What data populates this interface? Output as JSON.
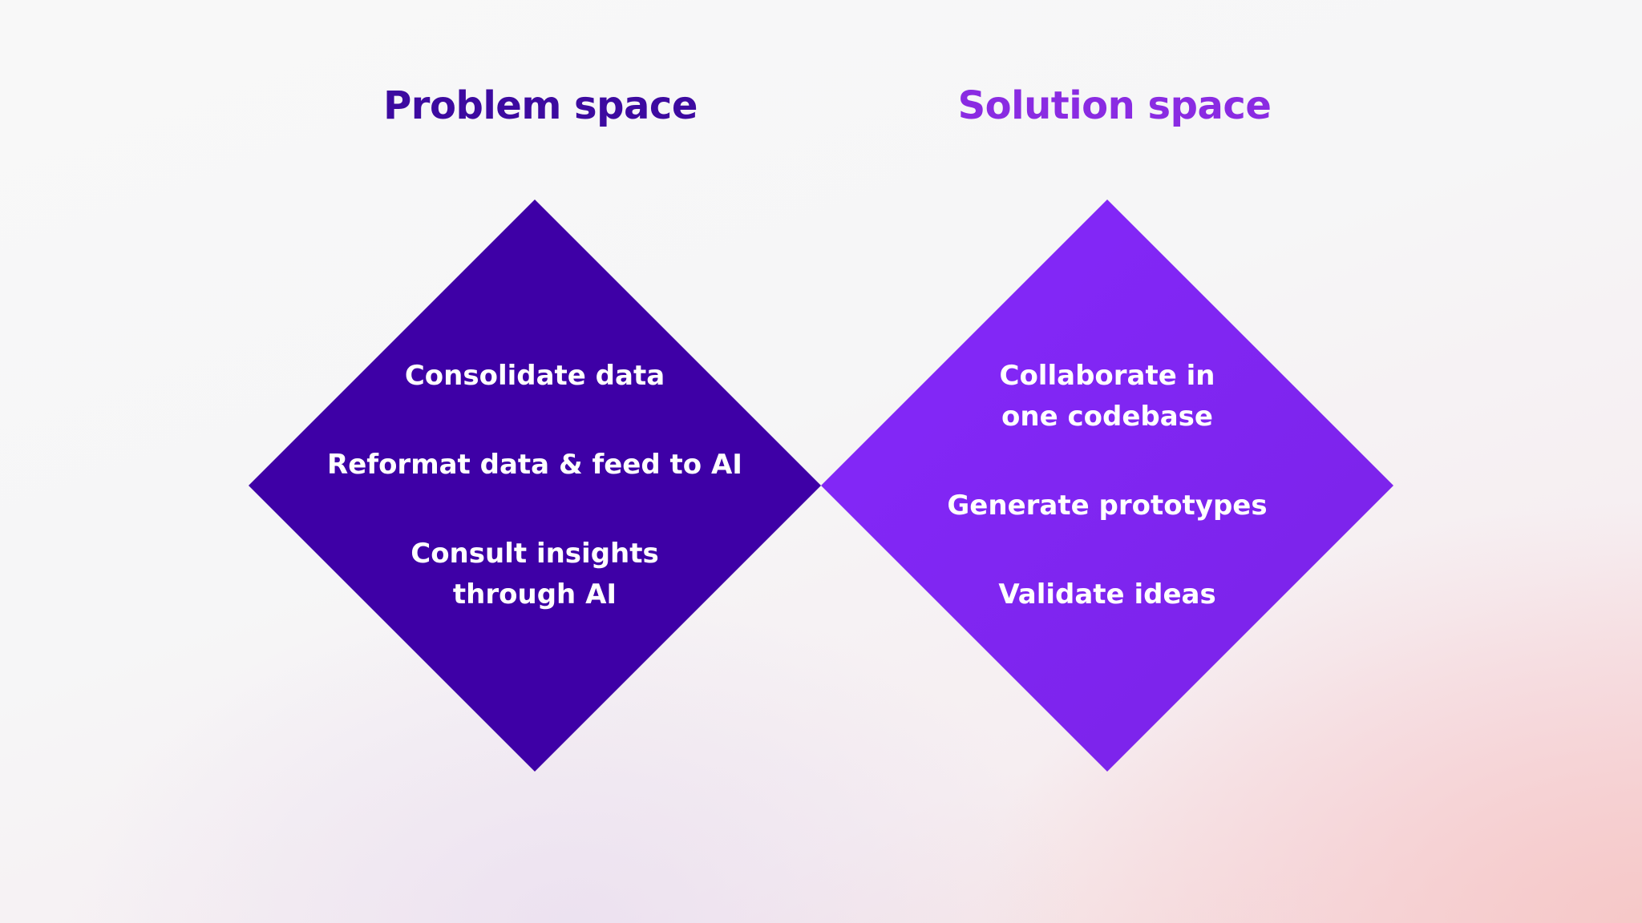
{
  "problem": {
    "title": "Problem space",
    "title_color": "#3d0aa0",
    "fill_color": "#3e00a6",
    "items": [
      "Consolidate data",
      "Reformat data & feed to AI",
      "Consult insights\nthrough AI"
    ]
  },
  "solution": {
    "title": "Solution space",
    "title_color": "#8a2be2",
    "fill_color_start": "#8529fc",
    "fill_color_end": "#7a22e6",
    "items": [
      "Collaborate in\none codebase",
      "Generate prototypes",
      "Validate ideas"
    ]
  }
}
